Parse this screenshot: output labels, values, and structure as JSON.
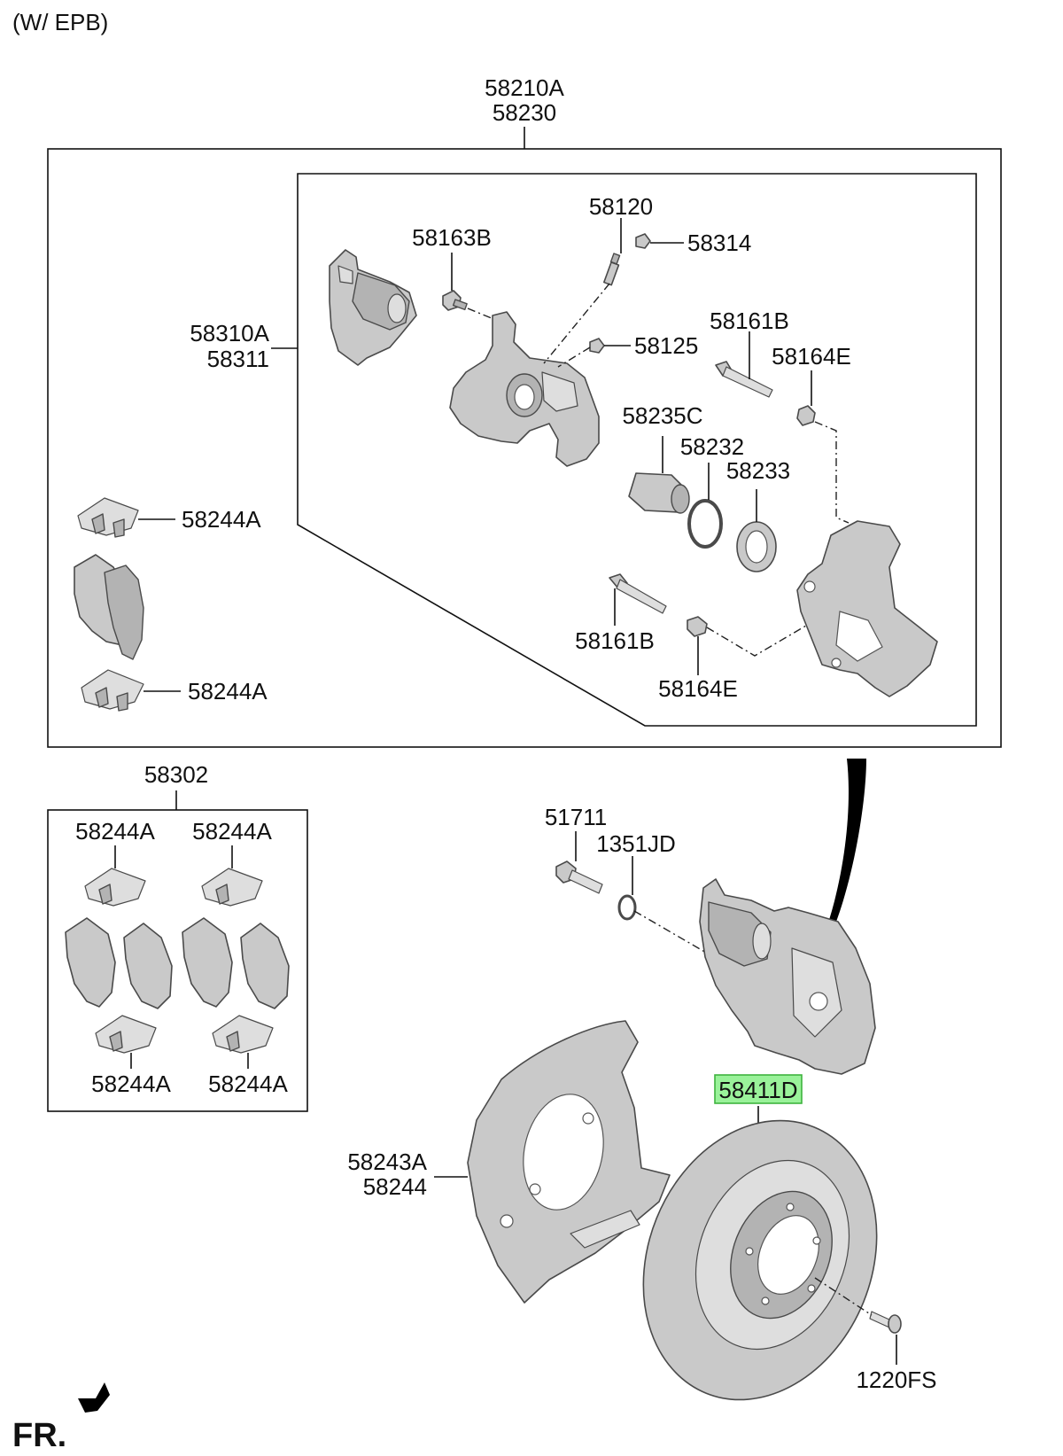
{
  "header": {
    "variant": "(W/ EPB)"
  },
  "labels": {
    "assembly_a": "58210A",
    "assembly_b": "58230",
    "caliper_a": "58310A",
    "caliper_b": "58311",
    "p58163B": "58163B",
    "p58120": "58120",
    "p58314": "58314",
    "p58125": "58125",
    "p58161B_top": "58161B",
    "p58164E_top": "58164E",
    "p58235C": "58235C",
    "p58232": "58232",
    "p58233": "58233",
    "p58161B_bottom": "58161B",
    "p58164E_bottom": "58164E",
    "clip_top": "58244A",
    "clip_bottom": "58244A",
    "pad_kit": "58302",
    "kit_clip_tl": "58244A",
    "kit_clip_tr": "58244A",
    "kit_clip_bl": "58244A",
    "kit_clip_br": "58244A",
    "p51711": "51711",
    "p1351JD": "1351JD",
    "shield_a": "58243A",
    "shield_b": "58244",
    "disc": "58411D",
    "p1220FS": "1220FS",
    "direction": "FR."
  },
  "colors": {
    "highlight_fill": "#9af29a",
    "highlight_border": "#3fb43f",
    "part_fill": "#c9c9c9"
  }
}
